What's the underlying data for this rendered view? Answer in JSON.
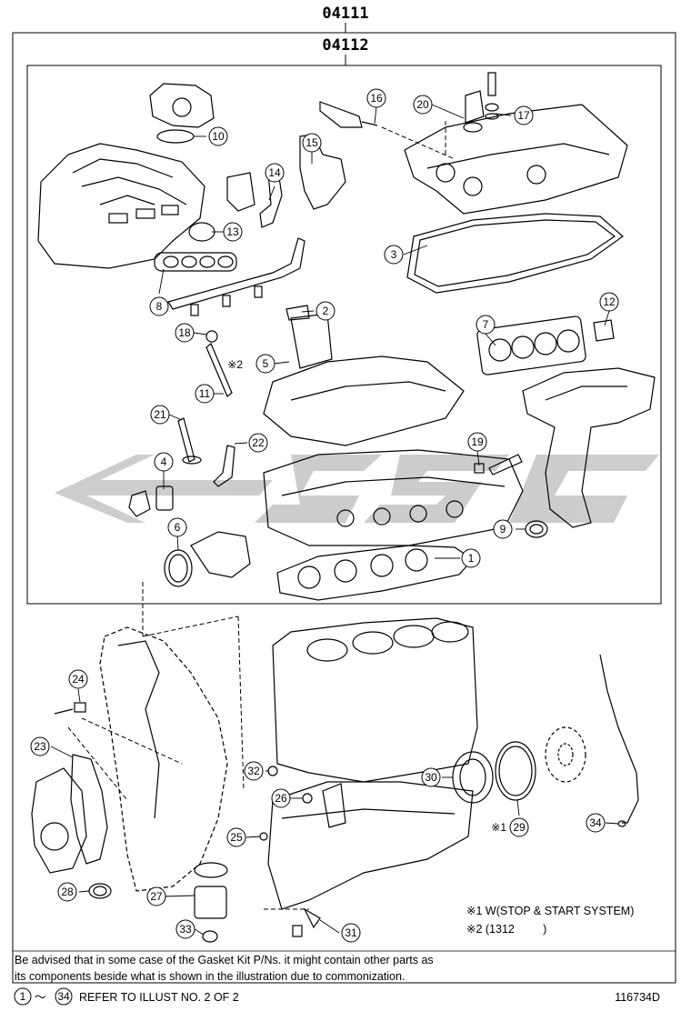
{
  "kit_codes": {
    "outer": "04111",
    "inner": "04112"
  },
  "callouts": [
    "1",
    "2",
    "3",
    "4",
    "5",
    "6",
    "7",
    "8",
    "9",
    "10",
    "11",
    "12",
    "13",
    "14",
    "15",
    "16",
    "17",
    "18",
    "19",
    "20",
    "21",
    "22",
    "23",
    "24",
    "25",
    "26",
    "27",
    "28",
    "29",
    "30",
    "31",
    "32",
    "33",
    "34"
  ],
  "markers": {
    "m5": "※2",
    "m29": "※1"
  },
  "legend": {
    "note1": "※1 W(STOP & START SYSTEM)",
    "note2": "※2 (1312         )"
  },
  "footer": {
    "advisory_line1": "Be advised that in some case of the Gasket Kit P/Ns.  it might contain other parts as",
    "advisory_line2": "its components beside what is shown in the illustration due to commonization.",
    "range_start": "1",
    "range_sep": "〜",
    "range_end": "34",
    "refer_text": "REFER TO ILLUST NO. 2 OF 2",
    "illustration_id": "116734D"
  },
  "colors": {
    "line": "#000000",
    "watermark": "#c4c4c4",
    "background": "#ffffff"
  }
}
